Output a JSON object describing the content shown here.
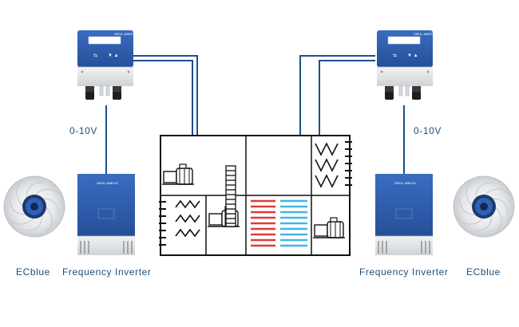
{
  "labels": {
    "voltage_left": "0-10V",
    "voltage_right": "0-10V",
    "ecblue_left": "ECblue",
    "ecblue_right": "ECblue",
    "inverter_left": "Frequency Inverter",
    "inverter_right": "Frequency Inverter"
  },
  "devices": {
    "controller_brand": "ZIEHL-ABEGG",
    "inverter_brand": "ZIEHL-ABEGG"
  },
  "colors": {
    "device_blue": "#2e5ba8",
    "wire_blue": "#1f4e8c",
    "label_blue": "#1f4e79",
    "heating_red": "#e03a3a",
    "cooling_cyan": "#3fb6e6"
  },
  "icons": [
    "pressure-controller-icon",
    "frequency-inverter-icon",
    "centrifugal-fan-icon",
    "motor-icon"
  ]
}
